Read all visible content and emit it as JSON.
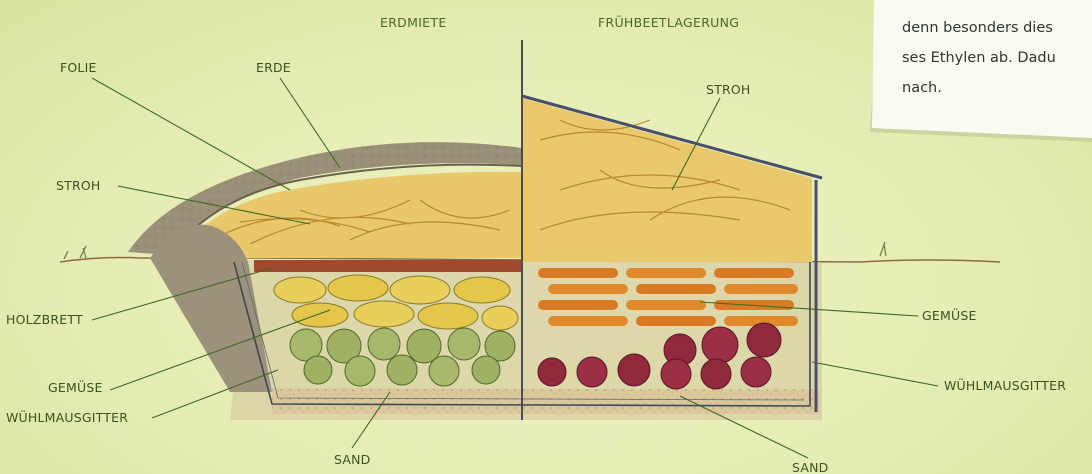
{
  "titles": {
    "left": "ERDMIETE",
    "right": "FRÜHBEETLAGERUNG"
  },
  "labels": {
    "folie": "FOLIE",
    "erde": "ERDE",
    "stroh_left": "STROH",
    "holzbrett": "HOLZBRETT",
    "gemuese_left": "GEMÜSE",
    "wuehlmausgitter_left": "WÜHLMAUSGITTER",
    "sand_left": "SAND",
    "stroh_right": "STROH",
    "gemuese_right": "GEMÜSE",
    "wuehlmausgitter_right": "WÜHLMAUSGITTER",
    "sand_right": "SAND"
  },
  "note": {
    "line1": "denn besonders dies",
    "line2": "ses Ethylen ab. Dadu",
    "line3": "nach."
  },
  "colors": {
    "background": "#e6eeb4",
    "soil": "#9a9078",
    "straw": "#e3b850",
    "board": "#a1492e",
    "carrot": "#d97a24",
    "beet": "#8e2a3c",
    "cabbage": "#a6b86a",
    "potato": "#e8cf5c",
    "label": "#3c5222"
  }
}
